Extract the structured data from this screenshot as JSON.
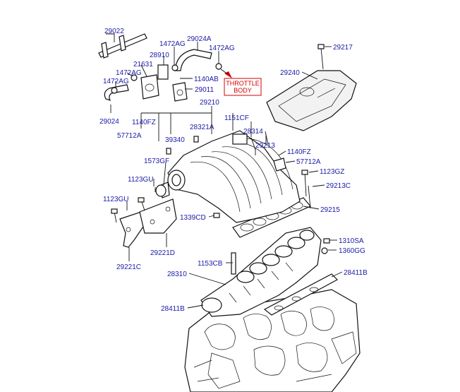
{
  "labels": {
    "p29022": "29022",
    "p29024A": "29024A",
    "p1472AG_top_left": "1472AG",
    "p1472AG_top_right": "1472AG",
    "p29217": "29217",
    "p28910": "28910",
    "p21631": "21631",
    "p1472AG_mid": "1472AG",
    "p1140AB": "1140AB",
    "p1472AG_left": "1472AG",
    "p29011": "29011",
    "p29240": "29240",
    "p29024": "29024",
    "p1140FZ_left": "1140FZ",
    "p29210": "29210",
    "p1151CF": "1151CF",
    "p28314": "28314",
    "p57712A_left": "57712A",
    "p28321A": "28321A",
    "p39340": "39340",
    "p29213": "29213",
    "p1140FZ_right": "1140FZ",
    "p1573GF": "1573GF",
    "p57712A_right": "57712A",
    "p1123GZ": "1123GZ",
    "p1123GU_mid": "1123GU",
    "p29213C": "29213C",
    "p1123GU_left": "1123GU",
    "p29215": "29215",
    "p1339CD": "1339CD",
    "p1310SA": "1310SA",
    "p29221D": "29221D",
    "p1360GG": "1360GG",
    "p1153CB": "1153CB",
    "p28411B_right": "28411B",
    "p29221C": "29221C",
    "p28310": "28310",
    "p28411B_left": "28411B"
  },
  "callout": {
    "line1": "THROTTLE",
    "line2": "BODY"
  },
  "colors": {
    "label": "#1a1aa6",
    "callout": "#d40000",
    "line": "#111111"
  }
}
